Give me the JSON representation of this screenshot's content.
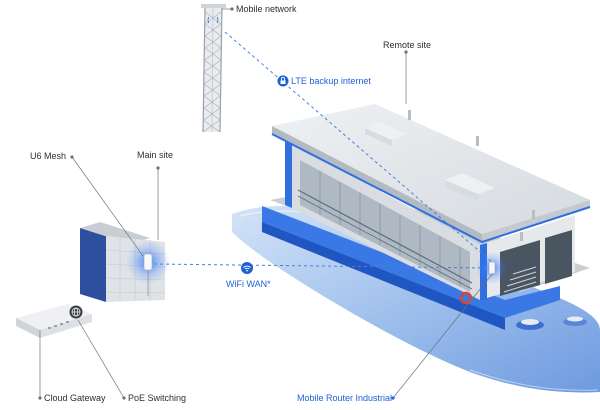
{
  "labels": {
    "mobile_network": "Mobile network",
    "remote_site": "Remote site",
    "lte_backup": "LTE backup internet",
    "u6_mesh": "U6 Mesh",
    "main_site": "Main site",
    "wifi_wan": "WiFi WAN*",
    "cloud_gateway": "Cloud Gateway",
    "poe_switching": "PoE Switching",
    "mobile_router": "Mobile Router Industrial"
  },
  "icons": {
    "cell_tower": "cell-tower-icon",
    "wifi": "wifi-icon",
    "network": "globe-icon",
    "lock": "lock-icon"
  },
  "colors": {
    "accent_blue": "#1f5fd6",
    "label_dark": "#2b2f33",
    "water": "#8eb6e8",
    "building_trim": "#2f6fe0"
  }
}
